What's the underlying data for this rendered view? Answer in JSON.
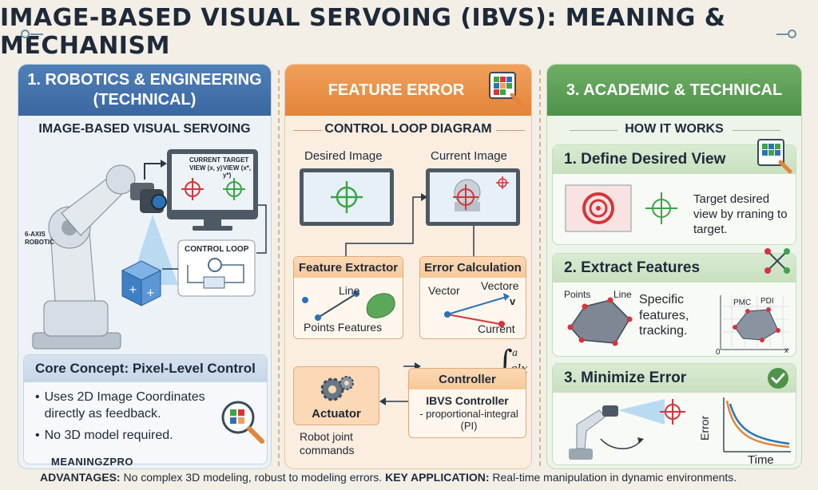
{
  "title": "IMAGE-BASED VISUAL SERVOING (IBVS): MEANING & MECHANISM",
  "col1": {
    "header": "1. ROBOTICS & ENGINEERING (TECHNICAL)",
    "subheader": "IMAGE-BASED VISUAL SERVOING",
    "robot_label": "6-AXIS ROBOTIC",
    "current_view_label": "CURRENT VIEW (x, y)",
    "target_view_label": "TARGET VIEW (x*, y*)",
    "control_loop_label": "CONTROL LOOP",
    "core_title": "Core Concept: Pixel-Level Control",
    "bullets": [
      "Uses 2D Image Coordinates directly as feedback.",
      "No 3D model required."
    ]
  },
  "col2": {
    "header": "FEATURE ERROR",
    "subheader": "CONTROL LOOP DIAGRAM",
    "desired_image": "Desired Image",
    "current_image": "Current Image",
    "feature_extractor": {
      "title": "Feature Extractor",
      "line": "Line",
      "points": "Points Features"
    },
    "error_calc": {
      "title": "Error Calculation",
      "vector": "Vector",
      "vectore": "Vectore",
      "v": "v",
      "current": "Current"
    },
    "integral_sup": "a",
    "integral_body": "clx",
    "actuator": {
      "title": "Actuator",
      "desc": "Robot joint commands"
    },
    "controller": {
      "title": "Controller",
      "name": "IBVS Controller",
      "desc": "- proportional-integral (PI)"
    }
  },
  "col3": {
    "header": "3. ACADEMIC & TECHNICAL",
    "subheader": "HOW IT WORKS",
    "step1": {
      "title": "1. Define Desired View",
      "desc": "Target desired view by rraning to target."
    },
    "step2": {
      "title": "2. Extract Features",
      "points": "Points",
      "line": "Line",
      "desc": "Specific features, tracking.",
      "pmc": "PMC",
      "pd1": "PDI",
      "zero": "0",
      "x": "x"
    },
    "step3": {
      "title": "3. Minimize Error",
      "error_axis": "Error",
      "time_axis": "Time"
    }
  },
  "brand": "MEANINGZPRO",
  "footer": {
    "adv_label": "ADVANTAGES:",
    "adv_text": " No complex 3D modeling, robust to modeling errors. ",
    "app_label": "KEY APPLICATION:",
    "app_text": " Real-time manipulation in dynamic environments."
  },
  "colors": {
    "blue": "#3b67a0",
    "orange": "#e4843a",
    "green": "#4f9249",
    "target_red": "#d9333a",
    "target_green": "#3aa548"
  }
}
